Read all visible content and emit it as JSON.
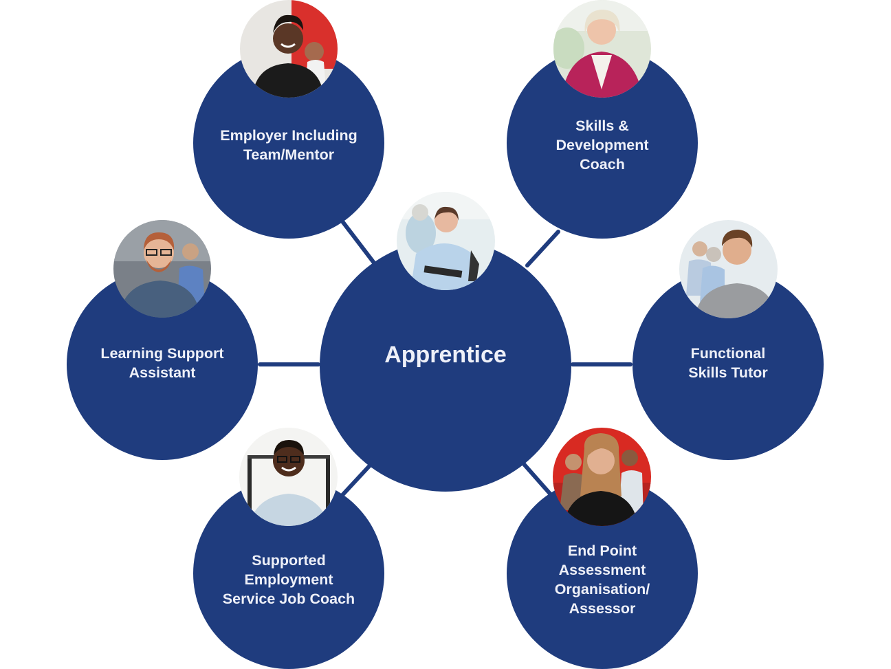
{
  "diagram": {
    "type": "hub-and-spoke",
    "colors": {
      "node_fill": "#1f3c7e",
      "connector": "#1f3c7e",
      "label_text": "#eef0f8",
      "background": "#ffffff"
    },
    "hub": {
      "label": "Apprentice",
      "photo": "person-with-clipboard-photo"
    },
    "satellites": [
      {
        "id": "employer",
        "lines": [
          "Employer Including",
          "Team/Mentor"
        ],
        "photo": "smiling-woman-black-top-photo"
      },
      {
        "id": "skills-coach",
        "lines": [
          "Skills &",
          "Development",
          "Coach"
        ],
        "photo": "smiling-older-woman-pink-cardigan-photo"
      },
      {
        "id": "learning-support",
        "lines": [
          "Learning Support",
          "Assistant"
        ],
        "photo": "smiling-man-glasses-checked-shirt-photo"
      },
      {
        "id": "functional-skills",
        "lines": [
          "Functional",
          "Skills Tutor"
        ],
        "photo": "man-grey-shirt-photo"
      },
      {
        "id": "supported-employment",
        "lines": [
          "Supported",
          "Employment",
          "Service Job Coach"
        ],
        "photo": "smiling-man-glasses-patterned-shirt-photo"
      },
      {
        "id": "epao",
        "lines": [
          "End Point",
          "Assessment",
          "Organisation/",
          "Assessor"
        ],
        "photo": "smiling-woman-black-top-red-background-photo"
      }
    ]
  }
}
